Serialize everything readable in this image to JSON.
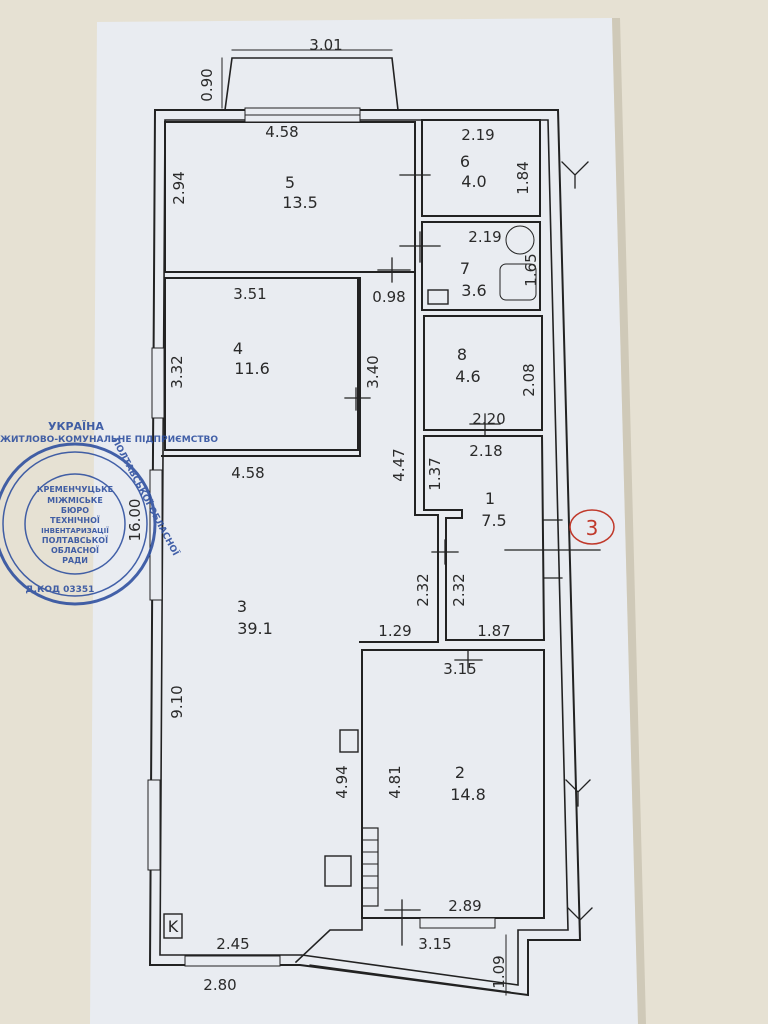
{
  "colors": {
    "background": "#e6e1d3",
    "paper": "#e9ecf1",
    "line": "#222222",
    "stamp": "#2b4d9e",
    "circle_mark": "#c0392b"
  },
  "rooms": [
    {
      "number": "5",
      "area": "13.5"
    },
    {
      "number": "6",
      "area": "4.0"
    },
    {
      "number": "7",
      "area": "3.6"
    },
    {
      "number": "4",
      "area": "11.6"
    },
    {
      "number": "8",
      "area": "4.6"
    },
    {
      "number": "1",
      "area": "7.5"
    },
    {
      "number": "3",
      "area": "39.1"
    },
    {
      "number": "2",
      "area": "14.8"
    }
  ],
  "dimensions": {
    "balcony_width": "3.01",
    "balcony_depth": "0.90",
    "room5_width": "4.58",
    "room5_height": "2.94",
    "room6_width": "2.19",
    "room6_height": "1.84",
    "room7_width": "2.19",
    "room7_height": "1.65",
    "room4_width": "3.51",
    "door_gap": "0.98",
    "room4_height_left": "3.32",
    "room4_height_right": "3.40",
    "room8_height": "2.08",
    "room8_width": "2.20",
    "room1_width": "2.18",
    "corridor_height": "4.47",
    "room1_height": "1.37",
    "room3_width": "4.58",
    "room3_total_height": "16.00",
    "room3_height": "9.10",
    "corridor_left": "2.32",
    "corridor_right": "2.32",
    "room3_step": "1.29",
    "room1_bottom": "1.87",
    "room2_top": "3.15",
    "room2_left_outer": "4.94",
    "room2_left": "4.81",
    "room2_bottom": "2.89",
    "bottom_door": "3.15",
    "bottom_left_inner": "2.45",
    "bottom_left_outer": "2.80",
    "bottom_right": "1.09"
  },
  "marks": {
    "k_symbol": "K",
    "circle_number": "3"
  },
  "stamp": {
    "ring_top": "УКРАЇНА",
    "ring_left": "ЖИТЛОВО-КОМУНАЛЬНЕ ПІДПРИЄМСТВО",
    "ring_right": "ПОЛТАВСЬКОЇ ОБЛАСНОЇ",
    "center": [
      "КРЕМЕНЧУЦЬКЕ",
      "МІЖМІСЬКЕ",
      "БЮРО",
      "ТЕХНІЧНОЇ",
      "ІНВЕНТАРИЗАЦІЇ",
      "ПОЛТАВСЬКОЇ",
      "ОБЛАСНОЇ",
      "РАДИ"
    ],
    "code": "Д.КОД 03351"
  }
}
